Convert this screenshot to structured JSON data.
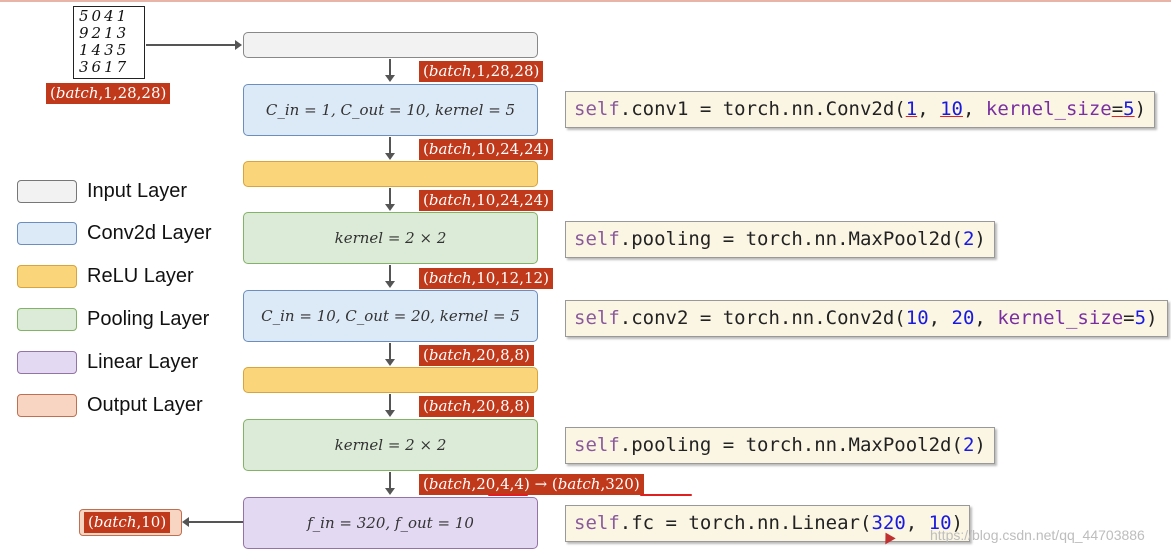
{
  "input_image": {
    "rows": [
      "5041",
      "9213",
      "1435",
      "3617"
    ]
  },
  "input_shape": {
    "var": "batch",
    "rest": ",1,28,28)"
  },
  "shapes": [
    {
      "var": "batch",
      "rest": ",1,28,28)"
    },
    {
      "var": "batch",
      "rest": ",10,24,24)"
    },
    {
      "var": "batch",
      "rest": ",10,24,24)"
    },
    {
      "var": "batch",
      "rest": ",10,12,12)"
    },
    {
      "var": "batch",
      "rest": ",20,8,8)"
    },
    {
      "var": "batch",
      "rest": ",20,8,8)"
    }
  ],
  "flatten_shape": {
    "var1": "batch",
    "rest1": ",20,4,4) → (",
    "var2": "batch",
    "rest2": ",320)"
  },
  "layers": {
    "conv1": "C_in = 1, C_out = 10, kernel = 5",
    "pool1": "kernel = 2 × 2",
    "conv2": "C_in = 10, C_out = 20, kernel = 5",
    "pool2": "kernel = 2 × 2",
    "fc": "f_in = 320, f_out = 10"
  },
  "code": {
    "conv1": {
      "self": "self",
      "rest": ".conv1 = torch.nn.Conv2d(",
      "a1": "1",
      "sep1": ", ",
      "a2": "10",
      "sep2": ", ",
      "k": "kernel_size",
      "eq": "=",
      "a3": "5",
      "end": ")"
    },
    "pool1": {
      "self": "self",
      "rest": ".pooling = torch.nn.MaxPool2d(",
      "a1": "2",
      "end": ")"
    },
    "conv2": {
      "self": "self",
      "rest": ".conv2 = torch.nn.Conv2d(",
      "a1": "10",
      "sep1": ", ",
      "a2": "20",
      "sep2": ", ",
      "k": "kernel_size",
      "eq": "=",
      "a3": "5",
      "end": ")"
    },
    "pool2": {
      "self": "self",
      "rest": ".pooling = torch.nn.MaxPool2d(",
      "a1": "2",
      "end": ")"
    },
    "fc": {
      "self": "self",
      "rest": ".fc = torch.nn.Linear(",
      "a1": "320",
      "sep1": ", ",
      "a2": "10",
      "end": ")"
    }
  },
  "legend": [
    {
      "label": "Input Layer",
      "color": "#f2f2f2"
    },
    {
      "label": "Conv2d Layer",
      "color": "#dce9f6"
    },
    {
      "label": "ReLU Layer",
      "color": "#fbd57a"
    },
    {
      "label": "Pooling Layer",
      "color": "#dcebd7"
    },
    {
      "label": "Linear Layer",
      "color": "#e3d9f2"
    },
    {
      "label": "Output Layer",
      "color": "#f8d5c2"
    }
  ],
  "output_shape": {
    "var": "batch",
    "rest": ",10)"
  },
  "watermark": "https://blog.csdn.net/qq_44703886"
}
